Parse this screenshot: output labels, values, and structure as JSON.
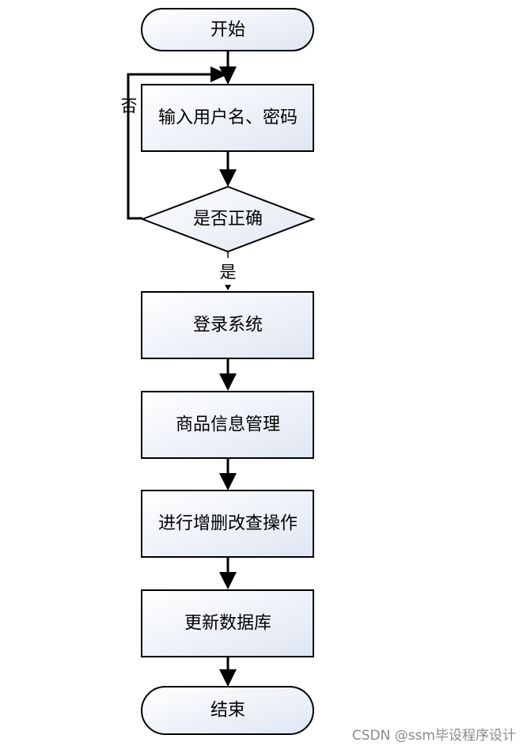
{
  "flowchart": {
    "start_label": "开始",
    "input_label": "输入用户名、密码",
    "decision_label": "是否正确",
    "no_label": "否",
    "yes_label": "是",
    "login_label": "登录系统",
    "manage_label": "商品信息管理",
    "crud_label": "进行增删改查操作",
    "update_label": "更新数据库",
    "end_label": "结束"
  },
  "watermark": "CSDN @ssm毕设程序设计"
}
